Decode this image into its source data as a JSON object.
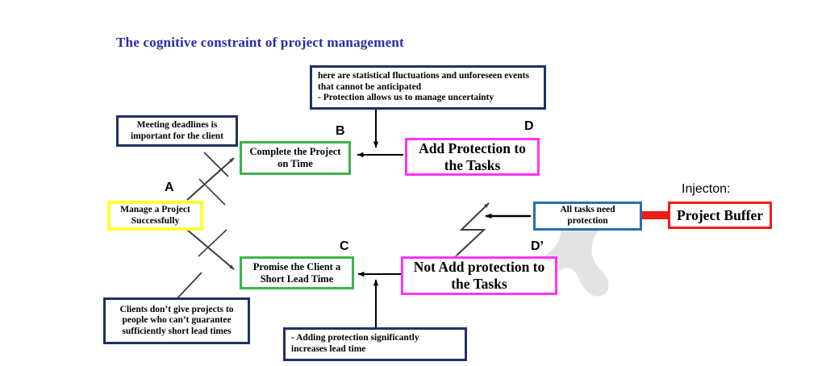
{
  "title": "The cognitive constraint of project management",
  "colors": {
    "title": "#2c29a8",
    "navy": "#1f3164",
    "yellow": "#ffff33",
    "green": "#3cb44b",
    "magenta": "#ff33ff",
    "blue": "#2a6db0",
    "red": "#f01c17",
    "arrow": "#000000",
    "watermark": "#e3e3e3"
  },
  "boxes": {
    "assumption_top": "   here are statistical fluctuations and unforeseen events that cannot be anticipated\n- Protection allows us to manage uncertainty",
    "assumption_meeting_deadlines": "Meeting deadlines is\nimportant for the client",
    "a_goal": "Manage a Project\nSuccessfully",
    "b_need": "Complete the Project\non Time",
    "c_need": "Promise the Client a\nShort Lead Time",
    "d_want": "Add Protection to\nthe Tasks",
    "dprime_want": "Not Add protection to\nthe Tasks",
    "assumption_clients": "Clients don’t give projects to\npeople who can’t guarantee\nsufficiently short lead times",
    "assumption_lead_time": "- Adding protection significantly\nincreases lead time",
    "all_tasks_need_protection": "All tasks need\nprotection",
    "project_buffer": "Project Buffer"
  },
  "labels": {
    "a": "A",
    "b": "B",
    "c": "C",
    "d": "D",
    "d_prime": "D’",
    "injection": "Injecton:"
  },
  "icons": {
    "conflict": "conflict-zigzag-icon",
    "watermark": "goat-watermark-icon",
    "injection_arrow": "thick-left-arrow-icon"
  }
}
